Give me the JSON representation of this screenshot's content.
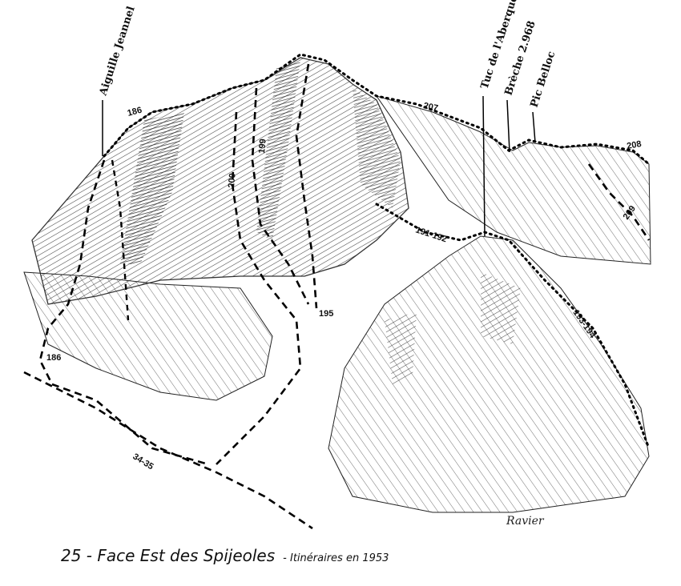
{
  "figure": {
    "peak_labels": {
      "aiguille": "Aiguille Jeannel",
      "tuc": "Tuc de l'Aberque",
      "breche": "Brèche 2.968",
      "pic": "Pic Belloc"
    },
    "route_labels": {
      "r186_top": "186",
      "r186_bottom": "186",
      "r200": "200",
      "r199": "199",
      "r207": "207",
      "r208": "208",
      "r209": "209",
      "r191_192": "191-192",
      "r195": "195",
      "r193_194": "193-194",
      "r34_35": "34-35"
    },
    "signature": "Ravier"
  },
  "caption": {
    "main": "25 - Face Est des Spijeoles",
    "sub": "- Itinéraires en 1953"
  }
}
